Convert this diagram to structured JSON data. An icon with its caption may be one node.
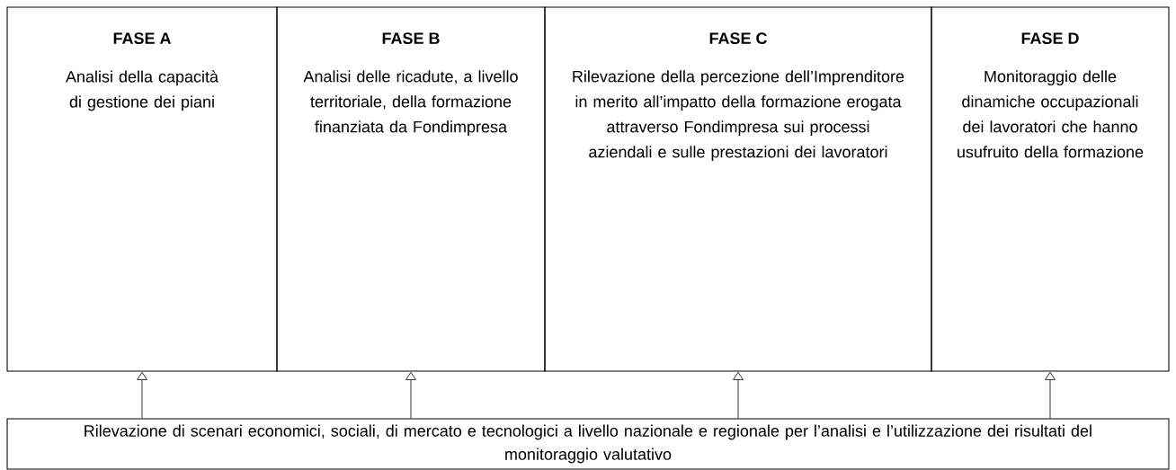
{
  "diagram": {
    "nodes": [
      {
        "text": [
          "FASE A",
          "Analisi della capacità di gestione dei piani"
        ]
      },
      {
        "text": [
          "FASE B",
          "Analisi delle ricadute, a livello territoriale, della formazione finanziata da Fondimpresa"
        ]
      },
      {
        "text": [
          "FASE C",
          "Rilevazione della percezione dell’Imprenditore in merito all’impatto della formazione erogata attraverso Fondimpresa sui processi aziendali e sulle prestazioni dei lavoratori"
        ]
      },
      {
        "text": [
          "FASE D",
          "Monitoraggio delle dinamiche occupazionali dei lavoratori che hanno usufruito della formazione"
        ]
      },
      {
        "text": [
          "Rilevazione di scenari economici, sociali, di mercato e tecnologici a livello nazionale e regionale per l’analisi e l’utilizzazione dei risultati del monitoraggio valutativo"
        ]
      }
    ],
    "edges": [
      {
        "from": 4,
        "to": 0,
        "arrow": "to"
      },
      {
        "from": 4,
        "to": 1,
        "arrow": "to"
      },
      {
        "from": 4,
        "to": 2,
        "arrow": "to"
      },
      {
        "from": 4,
        "to": 3,
        "arrow": "to"
      }
    ]
  }
}
